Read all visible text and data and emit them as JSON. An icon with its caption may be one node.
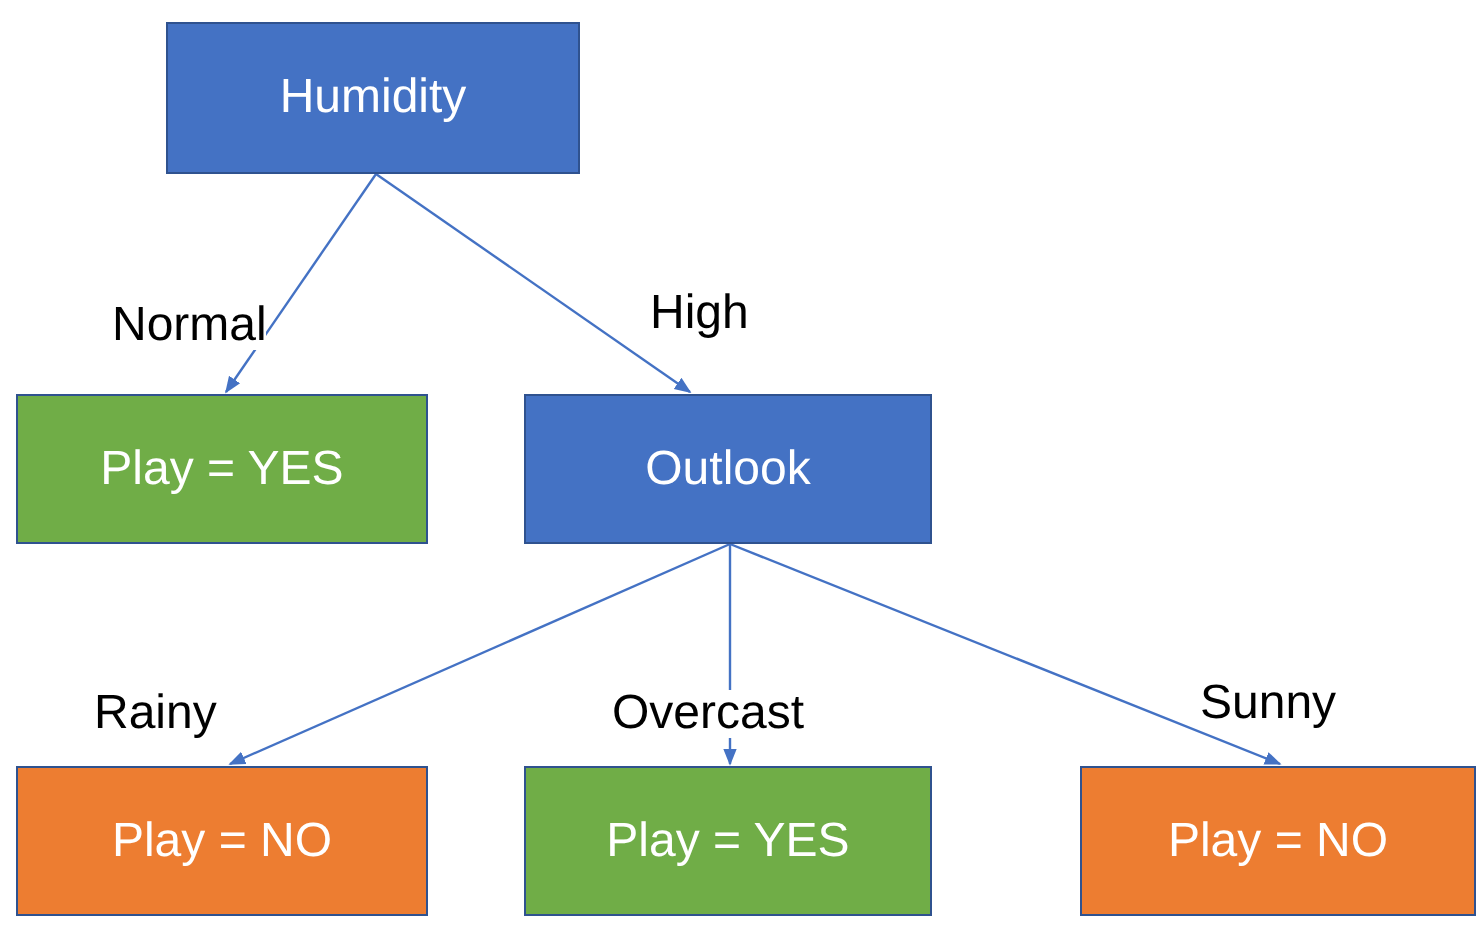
{
  "diagram": {
    "nodes": [
      {
        "text": [
          "Humidity"
        ]
      },
      {
        "text": [
          "Play = YES"
        ]
      },
      {
        "text": [
          "Outlook"
        ]
      },
      {
        "text": [
          "Play = NO"
        ]
      },
      {
        "text": [
          "Play = YES"
        ]
      },
      {
        "text": [
          "Play = NO"
        ]
      }
    ],
    "edges": [
      {
        "from": 0,
        "to": 1,
        "arrow": "to",
        "label": "Normal"
      },
      {
        "from": 0,
        "to": 2,
        "arrow": "to",
        "label": "High"
      },
      {
        "from": 2,
        "to": 3,
        "arrow": "to",
        "label": "Rainy"
      },
      {
        "from": 2,
        "to": 4,
        "arrow": "to",
        "label": "Overcast"
      },
      {
        "from": 2,
        "to": 5,
        "arrow": "to",
        "label": "Sunny"
      }
    ]
  }
}
